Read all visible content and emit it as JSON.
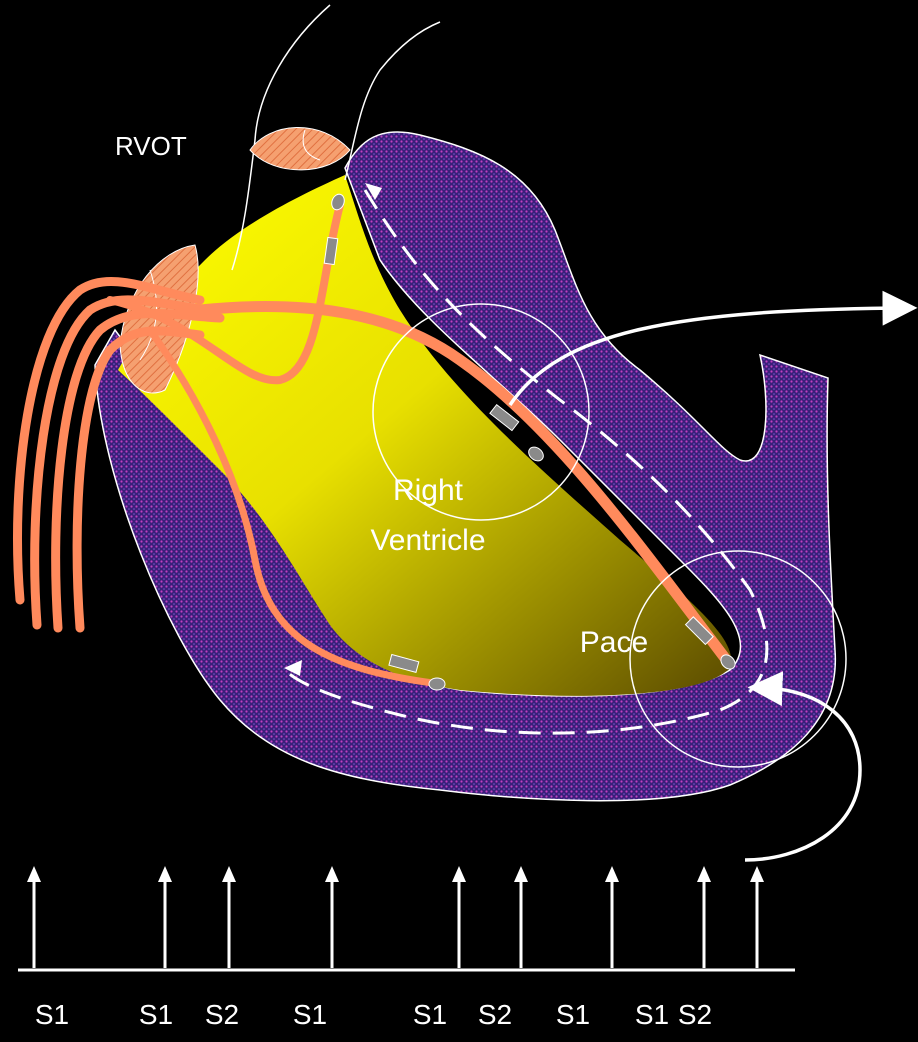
{
  "labels": {
    "rvot": "RVOT",
    "chamber_line1": "Right",
    "chamber_line2": "Ventricle",
    "pace": "Pace"
  },
  "stimuli": [
    "S1",
    "S1",
    "S2",
    "S1",
    "S1",
    "S2",
    "S1",
    "S1",
    "S2"
  ],
  "colors": {
    "background": "#000000",
    "myocardium": "#3a1f7a",
    "myocardium_dots": "#c040c0",
    "ventricle_fill_top": "#ffff00",
    "ventricle_fill_bottom": "#6b5a00",
    "catheter": "#ff8a5c",
    "valve": "#f5a070",
    "electrode": "#8a8a8a",
    "lines": "#ffffff"
  }
}
